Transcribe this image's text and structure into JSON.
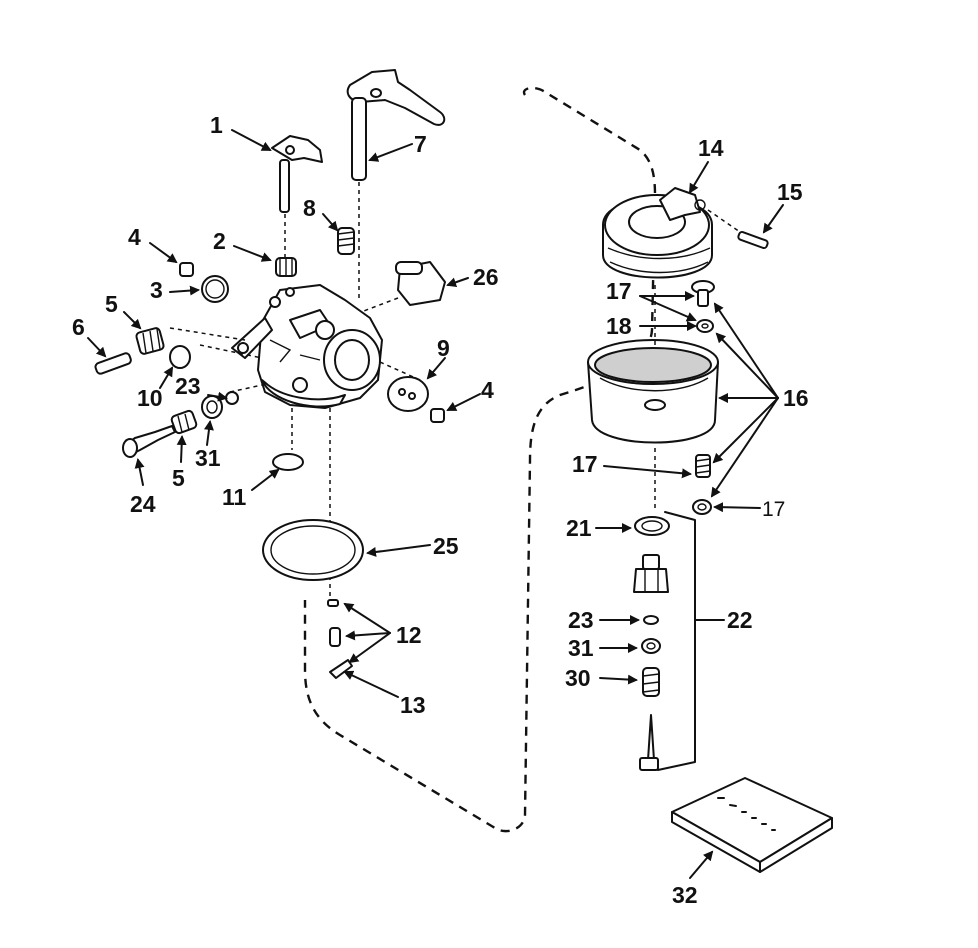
{
  "callouts": {
    "c1": "1",
    "c2": "2",
    "c3": "3",
    "c4a": "4",
    "c4b": "4",
    "c5a": "5",
    "c5b": "5",
    "c6": "6",
    "c7": "7",
    "c8": "8",
    "c9": "9",
    "c10": "10",
    "c11": "11",
    "c12": "12",
    "c13": "13",
    "c14": "14",
    "c15": "15",
    "c16": "16",
    "c17a": "17",
    "c17b": "17",
    "c17c": "17",
    "c18": "18",
    "c21": "21",
    "c22": "22",
    "c23a": "23",
    "c23b": "23",
    "c24": "24",
    "c25": "25",
    "c26": "26",
    "c30": "30",
    "c31a": "31",
    "c31b": "31",
    "c32": "32"
  }
}
